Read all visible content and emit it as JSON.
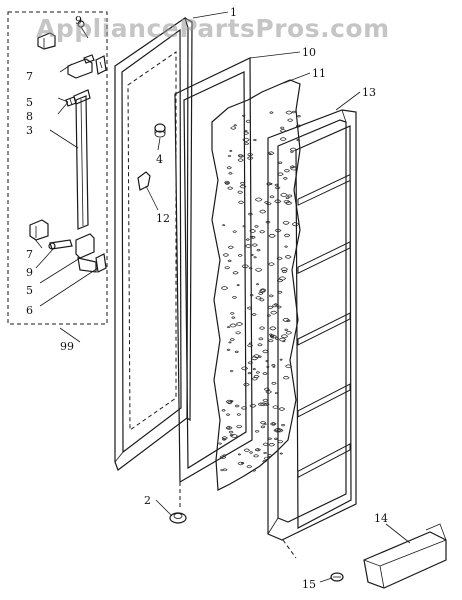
{
  "watermark": "AppliancePartsPros.com",
  "callouts": {
    "c1": "1",
    "c2": "2",
    "c3": "3",
    "c4": "4",
    "c5a": "5",
    "c5b": "5",
    "c6": "6",
    "c7a": "7",
    "c7b": "7",
    "c8": "8",
    "c9a": "9",
    "c9b": "9",
    "c10": "10",
    "c11": "11",
    "c12": "12",
    "c13": "13",
    "c14": "14",
    "c15": "15",
    "c99": "99"
  },
  "colors": {
    "line": "#1a1a1a",
    "watermark": "#969696",
    "foam": "#2a2a2a"
  }
}
